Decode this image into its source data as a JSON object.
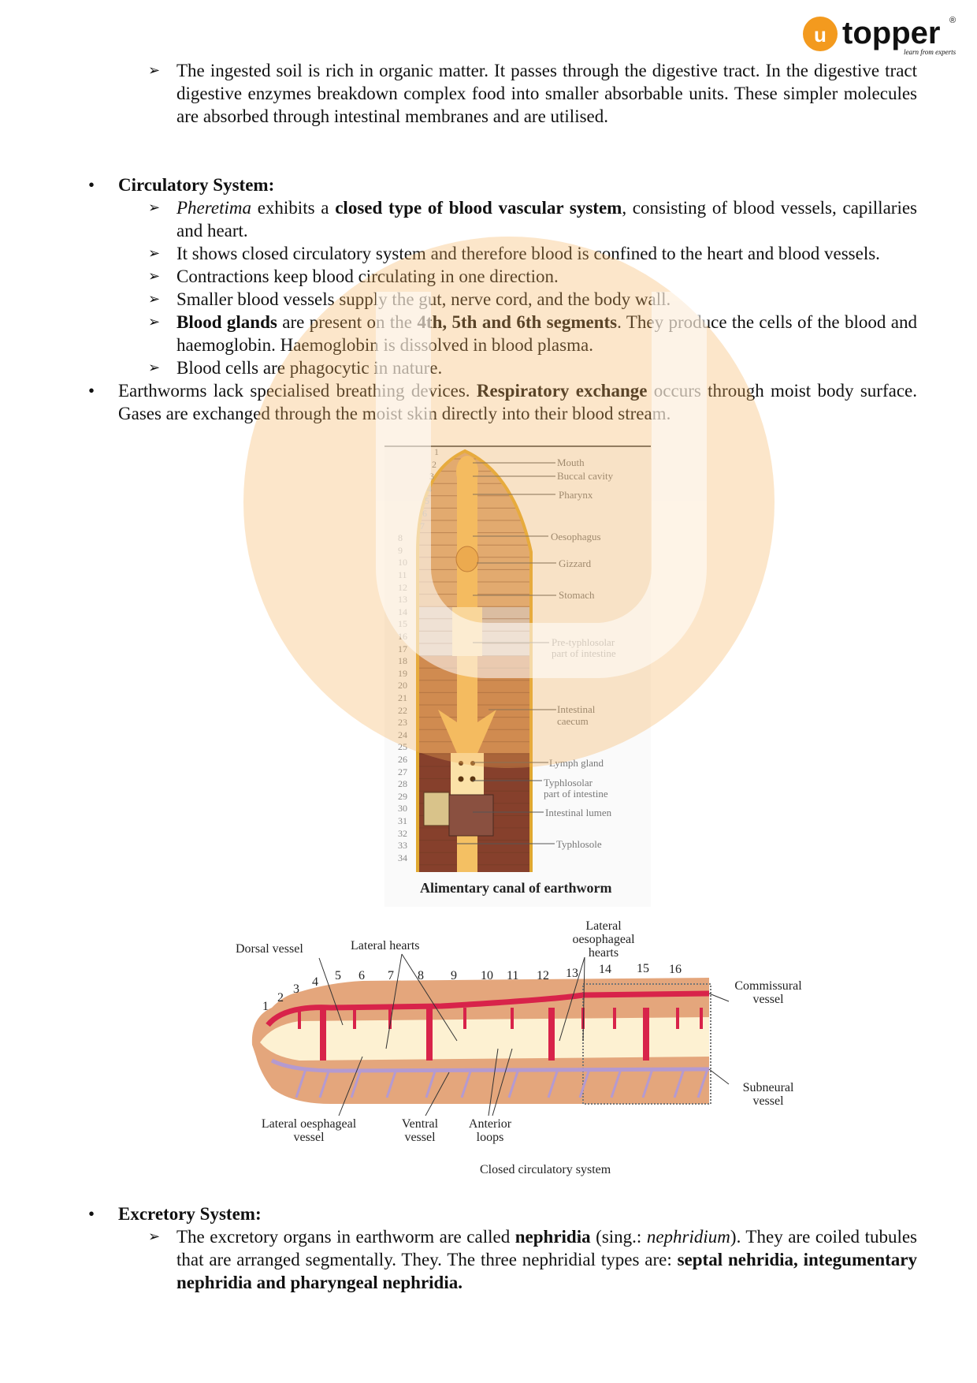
{
  "logo": {
    "brand": "topper",
    "tagline": "learn from experts",
    "mark": "u",
    "registered": "®",
    "accent": "#f39a1e"
  },
  "intro": {
    "text": "The ingested soil is rich in organic matter. It passes through the digestive tract. In the digestive tract digestive enzymes breakdown complex food into smaller absorbable units. These simpler molecules are absorbed through intestinal membranes and are utilised."
  },
  "circulatory": {
    "heading": "Circulatory System:",
    "b1": {
      "a": "Pheretima",
      "b": " exhibits a ",
      "c": "closed type of blood vascular system",
      "d": ", consisting of blood vessels, capillaries and heart."
    },
    "b2": "It shows closed circulatory system and therefore blood is confined to the heart and blood vessels.",
    "b3": "Contractions keep blood circulating in one direction.",
    "b4": "Smaller blood vessels supply the gut, nerve cord, and the body wall.",
    "b5": {
      "a": "Blood glands",
      "b": " are present on the ",
      "c": "4th, 5th and 6th segments",
      "d": ". They produce the cells of the blood and haemoglobin. Haemoglobin is dissolved in blood plasma."
    },
    "b6": "Blood cells are phagocytic in nature."
  },
  "respiratory": {
    "a": "Earthworms lack specialised breathing devices. ",
    "b": "Respiratory exchange",
    "c": " occurs through moist body surface. Gases are exchanged through the moist skin directly into their blood stream."
  },
  "fig1": {
    "caption": "Alimentary canal of earthworm",
    "labels": {
      "mouth": "Mouth",
      "buccal": "Buccal cavity",
      "pharynx": "Pharynx",
      "oesophagus": "Oesophagus",
      "gizzard": "Gizzard",
      "stomach": "Stomach",
      "pretyph1": "Pre-typhlosolar",
      "pretyph2": "part of intestine",
      "caecum1": "Intestinal",
      "caecum2": "caecum",
      "lymph": "Lymph gland",
      "typh1": "Typhlosolar",
      "typh2": "part of intestine",
      "lumen": "Intestinal lumen",
      "typhlosole": "Typhlosole"
    },
    "segments": [
      "1",
      "2",
      "3",
      "4",
      "5",
      "6",
      "7",
      "8",
      "9",
      "10",
      "11",
      "12",
      "13",
      "14",
      "15",
      "16",
      "17",
      "18",
      "19",
      "20",
      "21",
      "22",
      "23",
      "24",
      "25",
      "26",
      "27",
      "28",
      "29",
      "30",
      "31",
      "32",
      "33",
      "34"
    ]
  },
  "fig2": {
    "caption": "Closed circulatory system",
    "labels": {
      "dorsal": "Dorsal vessel",
      "lat_hearts": "Lateral hearts",
      "loh1": "Lateral",
      "loh2": "oesophageal",
      "loh3": "hearts",
      "comm1": "Commissural",
      "comm2": "vessel",
      "sub1": "Subneural",
      "sub2": "vessel",
      "lov1": "Lateral oesphageal",
      "lov2": "vessel",
      "ven1": "Ventral",
      "ven2": "vessel",
      "ant1": "Anterior",
      "ant2": "loops"
    },
    "segments": [
      "1",
      "2",
      "3",
      "4",
      "5",
      "6",
      "7",
      "8",
      "9",
      "10",
      "11",
      "12",
      "13",
      "14",
      "15",
      "16"
    ]
  },
  "excretory": {
    "heading": "Excretory System:",
    "a": "The excretory organs in earthworm are called ",
    "b": "nephridia",
    "c": " (sing.: ",
    "d": "nephridium",
    "e": "). They are coiled tubules that are arranged segmentally. They. The three nephridial types are: ",
    "f": "septal nehridia, integumentary nephridia and pharyngeal nephridia."
  }
}
